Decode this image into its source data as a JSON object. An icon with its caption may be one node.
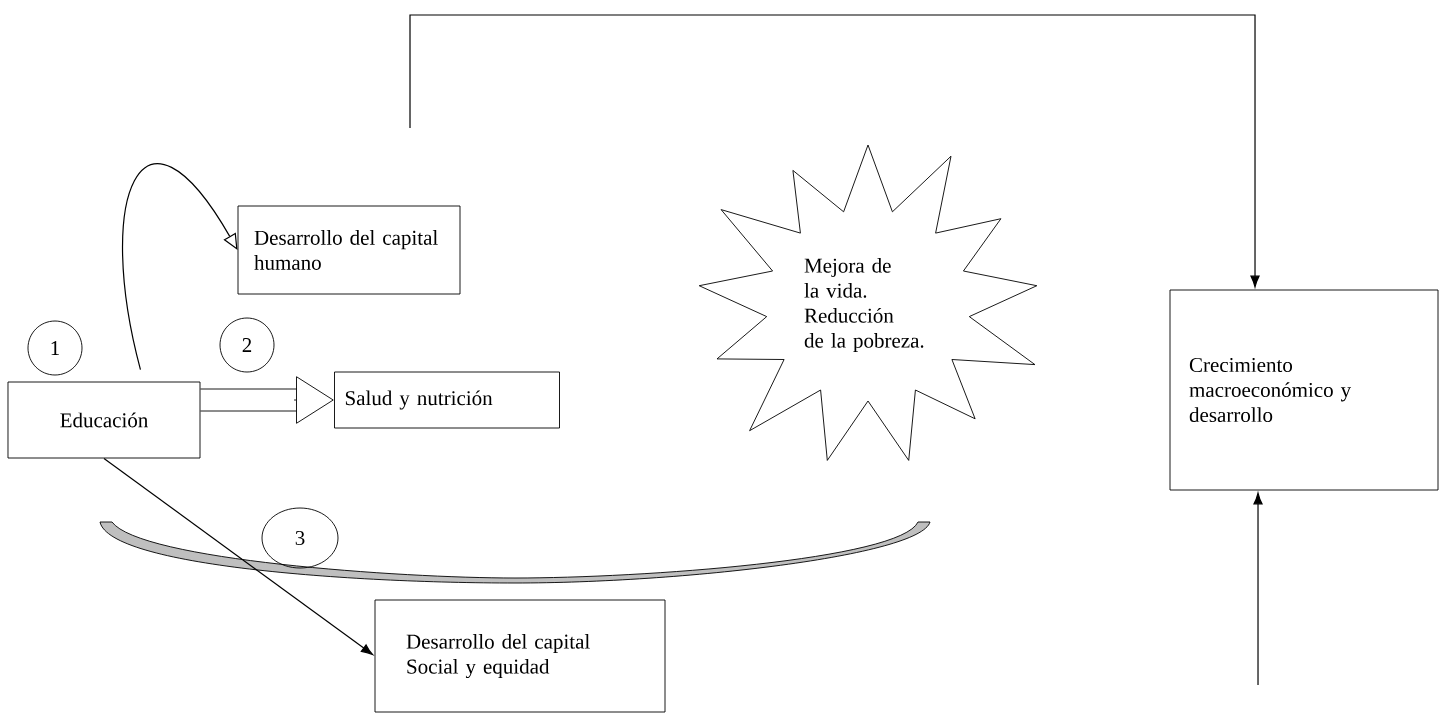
{
  "diagram": {
    "nodes": [
      {
        "text": [
          "Desarrollo del capital humano"
        ]
      },
      {
        "text": [
          "Mejora de la vida. Reducción de la pobreza."
        ]
      },
      {
        "text": [
          "Crecimiento macroeconómico y desarrollo"
        ]
      },
      {
        "text": [
          "1"
        ]
      },
      {
        "text": [
          "2"
        ]
      },
      {
        "text": [
          "Educación"
        ]
      },
      {
        "text": [
          "Salud y nutrición"
        ]
      },
      {
        "text": [
          "3"
        ]
      },
      {
        "text": [
          "Desarrollo del capital Social y equidad"
        ]
      }
    ],
    "edges": [
      {
        "from": 5,
        "to": 0,
        "arrow": "to"
      },
      {
        "from": 5,
        "to": 6,
        "arrow": "to"
      },
      {
        "from": null,
        "to": 2,
        "arrow": "to"
      },
      {
        "from": 5,
        "to": 8,
        "arrow": "to"
      },
      {
        "from": null,
        "to": 2,
        "arrow": "to"
      }
    ]
  }
}
